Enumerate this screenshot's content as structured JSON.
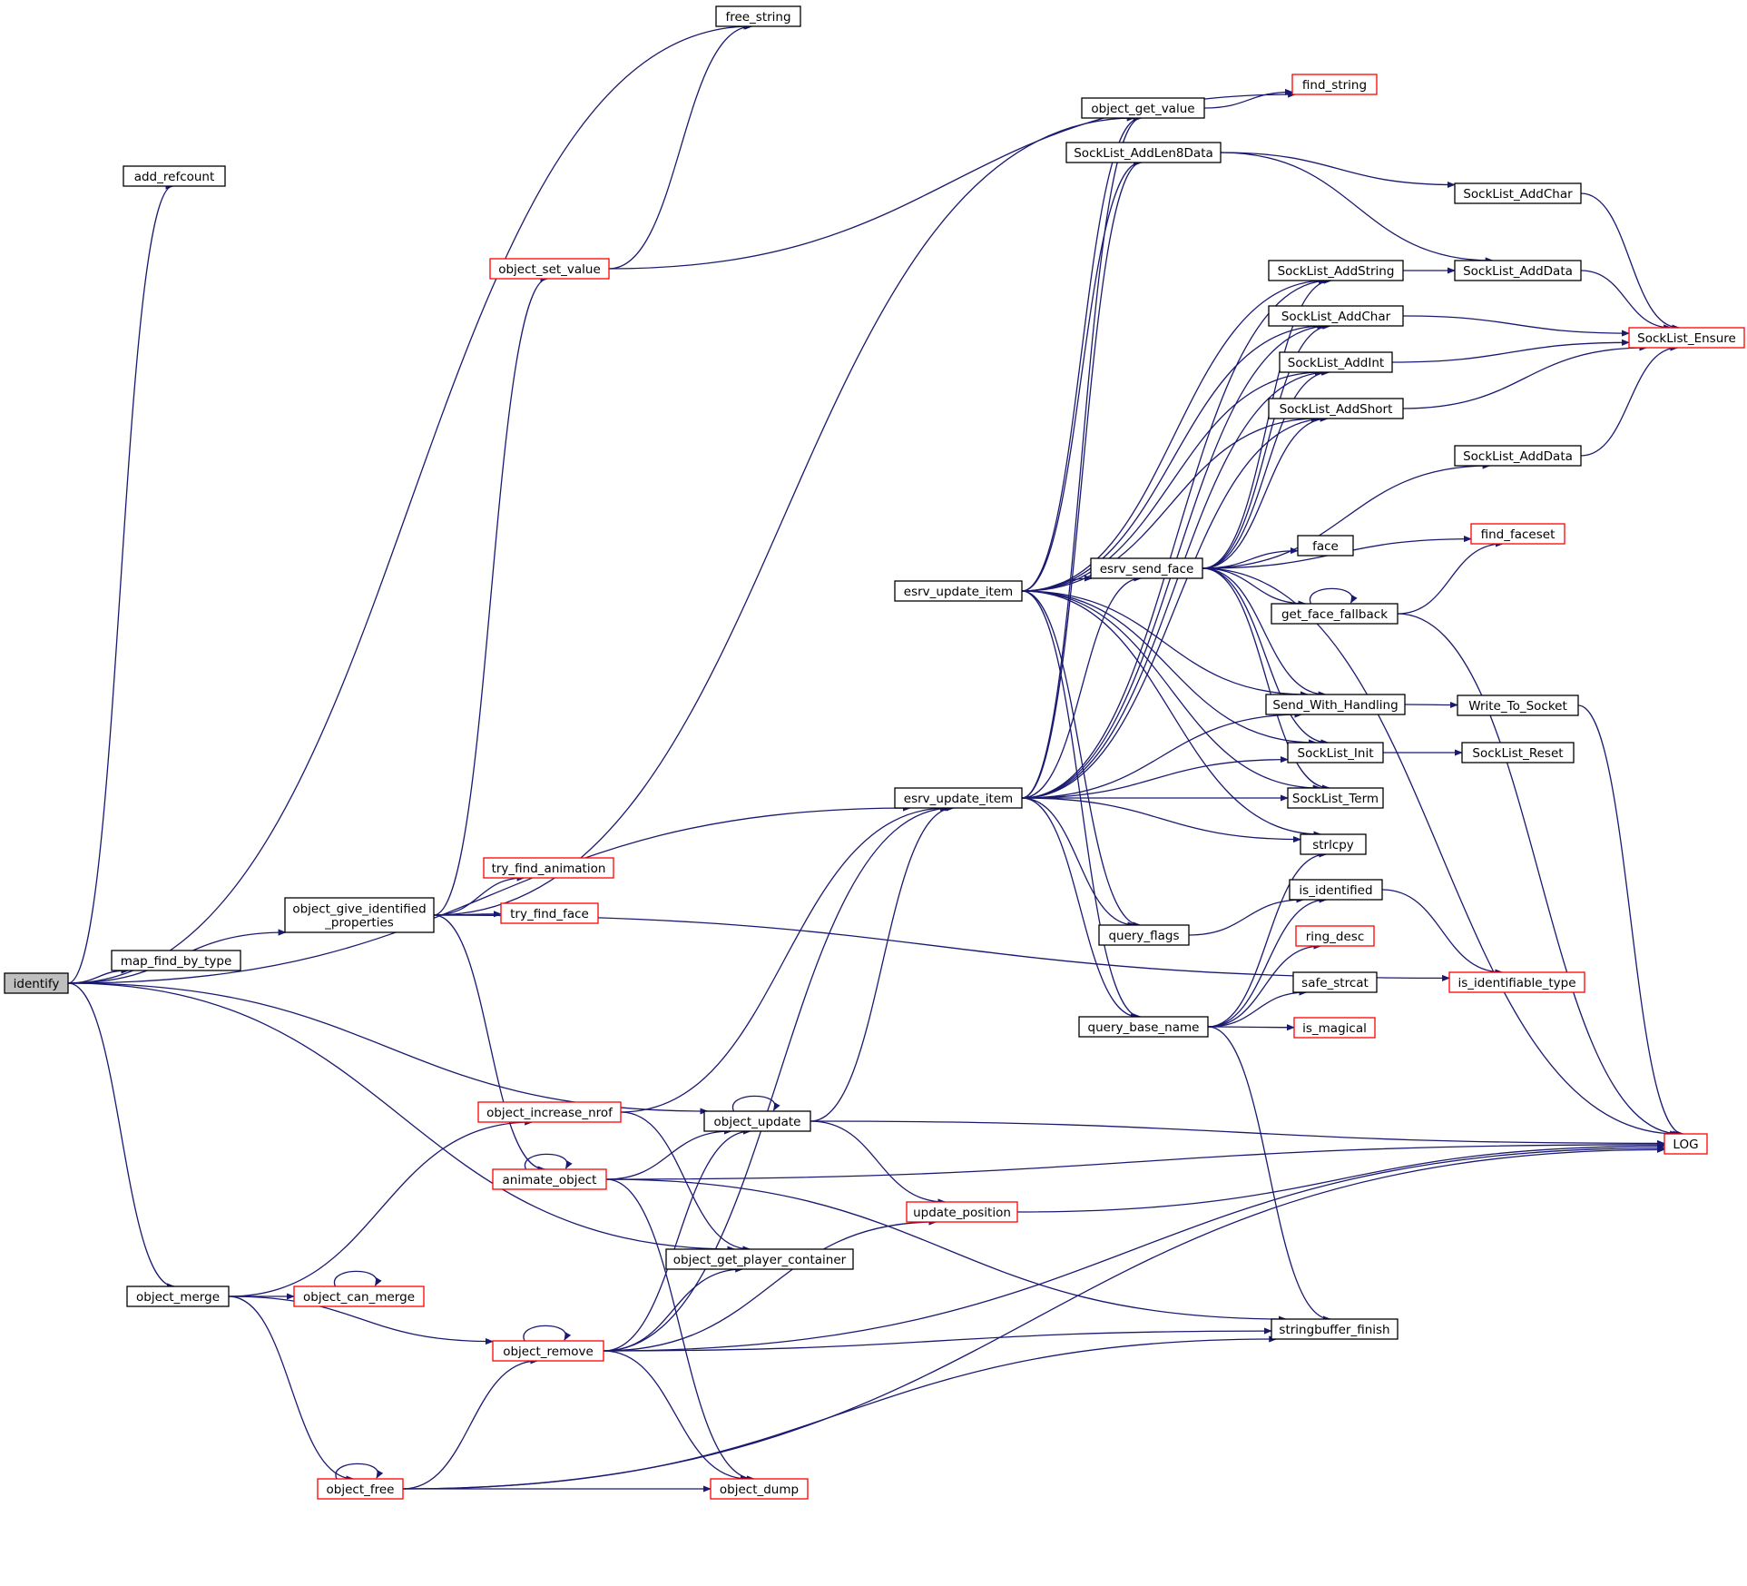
{
  "colors": {
    "edge": "#191970",
    "border_default": "#000000",
    "border_truncated": "#ff0000",
    "fill_root": "#bfbfbf",
    "fill_default": "#ffffff"
  },
  "nodes": [
    {
      "id": "identify",
      "lines": [
        "identify"
      ],
      "kind": "root"
    },
    {
      "id": "add_refcount",
      "lines": [
        "add_refcount"
      ],
      "kind": "normal"
    },
    {
      "id": "free_string",
      "lines": [
        "free_string"
      ],
      "kind": "normal"
    },
    {
      "id": "find_string",
      "lines": [
        "find_string"
      ],
      "kind": "truncated"
    },
    {
      "id": "object_get_value",
      "lines": [
        "object_get_value"
      ],
      "kind": "normal"
    },
    {
      "id": "SockList_AddLen8Data",
      "lines": [
        "SockList_AddLen8Data"
      ],
      "kind": "normal"
    },
    {
      "id": "SockList_AddChar_a",
      "lines": [
        "SockList_AddChar"
      ],
      "kind": "normal"
    },
    {
      "id": "SockList_AddString",
      "lines": [
        "SockList_AddString"
      ],
      "kind": "normal"
    },
    {
      "id": "SockList_AddData_a",
      "lines": [
        "SockList_AddData"
      ],
      "kind": "normal"
    },
    {
      "id": "SockList_AddChar_b",
      "lines": [
        "SockList_AddChar"
      ],
      "kind": "normal"
    },
    {
      "id": "SockList_Ensure",
      "lines": [
        "SockList_Ensure"
      ],
      "kind": "truncated"
    },
    {
      "id": "SockList_AddInt",
      "lines": [
        "SockList_AddInt"
      ],
      "kind": "normal"
    },
    {
      "id": "SockList_AddShort",
      "lines": [
        "SockList_AddShort"
      ],
      "kind": "normal"
    },
    {
      "id": "SockList_AddData_b",
      "lines": [
        "SockList_AddData"
      ],
      "kind": "normal"
    },
    {
      "id": "object_set_value",
      "lines": [
        "object_set_value"
      ],
      "kind": "truncated"
    },
    {
      "id": "find_faceset",
      "lines": [
        "find_faceset"
      ],
      "kind": "truncated"
    },
    {
      "id": "face",
      "lines": [
        "face"
      ],
      "kind": "normal"
    },
    {
      "id": "esrv_send_face",
      "lines": [
        "esrv_send_face"
      ],
      "kind": "normal"
    },
    {
      "id": "esrv_update_item_a",
      "lines": [
        "esrv_update_item"
      ],
      "kind": "normal"
    },
    {
      "id": "get_face_fallback",
      "lines": [
        "get_face_fallback"
      ],
      "kind": "normal"
    },
    {
      "id": "Send_With_Handling",
      "lines": [
        "Send_With_Handling"
      ],
      "kind": "normal"
    },
    {
      "id": "Write_To_Socket",
      "lines": [
        "Write_To_Socket"
      ],
      "kind": "normal"
    },
    {
      "id": "SockList_Init",
      "lines": [
        "SockList_Init"
      ],
      "kind": "normal"
    },
    {
      "id": "SockList_Reset",
      "lines": [
        "SockList_Reset"
      ],
      "kind": "normal"
    },
    {
      "id": "esrv_update_item_b",
      "lines": [
        "esrv_update_item"
      ],
      "kind": "normal"
    },
    {
      "id": "SockList_Term",
      "lines": [
        "SockList_Term"
      ],
      "kind": "normal"
    },
    {
      "id": "strlcpy",
      "lines": [
        "strlcpy"
      ],
      "kind": "normal"
    },
    {
      "id": "try_find_animation",
      "lines": [
        "try_find_animation"
      ],
      "kind": "truncated"
    },
    {
      "id": "is_identified",
      "lines": [
        "is_identified"
      ],
      "kind": "normal"
    },
    {
      "id": "object_give_identified_properties",
      "lines": [
        "object_give_identified",
        "_properties"
      ],
      "kind": "normal"
    },
    {
      "id": "try_find_face",
      "lines": [
        "try_find_face"
      ],
      "kind": "truncated"
    },
    {
      "id": "query_flags",
      "lines": [
        "query_flags"
      ],
      "kind": "normal"
    },
    {
      "id": "ring_desc",
      "lines": [
        "ring_desc"
      ],
      "kind": "truncated"
    },
    {
      "id": "map_find_by_type",
      "lines": [
        "map_find_by_type"
      ],
      "kind": "normal"
    },
    {
      "id": "safe_strcat",
      "lines": [
        "safe_strcat"
      ],
      "kind": "normal"
    },
    {
      "id": "is_identifiable_type",
      "lines": [
        "is_identifiable_type"
      ],
      "kind": "truncated"
    },
    {
      "id": "query_base_name",
      "lines": [
        "query_base_name"
      ],
      "kind": "normal"
    },
    {
      "id": "is_magical",
      "lines": [
        "is_magical"
      ],
      "kind": "truncated"
    },
    {
      "id": "object_increase_nrof",
      "lines": [
        "object_increase_nrof"
      ],
      "kind": "truncated"
    },
    {
      "id": "object_update",
      "lines": [
        "object_update"
      ],
      "kind": "normal"
    },
    {
      "id": "LOG",
      "lines": [
        "LOG"
      ],
      "kind": "truncated"
    },
    {
      "id": "animate_object",
      "lines": [
        "animate_object"
      ],
      "kind": "truncated"
    },
    {
      "id": "update_position",
      "lines": [
        "update_position"
      ],
      "kind": "truncated"
    },
    {
      "id": "object_get_player_container",
      "lines": [
        "object_get_player_container"
      ],
      "kind": "normal"
    },
    {
      "id": "object_merge",
      "lines": [
        "object_merge"
      ],
      "kind": "normal"
    },
    {
      "id": "object_can_merge",
      "lines": [
        "object_can_merge"
      ],
      "kind": "truncated"
    },
    {
      "id": "stringbuffer_finish",
      "lines": [
        "stringbuffer_finish"
      ],
      "kind": "normal"
    },
    {
      "id": "object_remove",
      "lines": [
        "object_remove"
      ],
      "kind": "truncated"
    },
    {
      "id": "object_free",
      "lines": [
        "object_free"
      ],
      "kind": "truncated"
    },
    {
      "id": "object_dump",
      "lines": [
        "object_dump"
      ],
      "kind": "truncated"
    }
  ],
  "edges": [
    [
      "identify",
      "add_refcount"
    ],
    [
      "identify",
      "free_string"
    ],
    [
      "identify",
      "object_give_identified_properties"
    ],
    [
      "identify",
      "map_find_by_type"
    ],
    [
      "identify",
      "esrv_update_item_b"
    ],
    [
      "identify",
      "object_update"
    ],
    [
      "identify",
      "object_get_player_container"
    ],
    [
      "identify",
      "object_merge"
    ],
    [
      "object_give_identified_properties",
      "object_set_value"
    ],
    [
      "object_give_identified_properties",
      "object_get_value"
    ],
    [
      "object_give_identified_properties",
      "try_find_animation"
    ],
    [
      "object_give_identified_properties",
      "try_find_face"
    ],
    [
      "object_give_identified_properties",
      "is_identifiable_type"
    ],
    [
      "object_give_identified_properties",
      "animate_object"
    ],
    [
      "object_set_value",
      "free_string"
    ],
    [
      "object_set_value",
      "find_string"
    ],
    [
      "object_get_value",
      "find_string"
    ],
    [
      "esrv_update_item_a",
      "object_get_value"
    ],
    [
      "esrv_update_item_a",
      "SockList_AddLen8Data"
    ],
    [
      "esrv_update_item_a",
      "SockList_AddString"
    ],
    [
      "esrv_update_item_a",
      "SockList_AddChar_b"
    ],
    [
      "esrv_update_item_a",
      "SockList_AddInt"
    ],
    [
      "esrv_update_item_a",
      "SockList_AddShort"
    ],
    [
      "esrv_update_item_a",
      "esrv_send_face"
    ],
    [
      "esrv_update_item_a",
      "Send_With_Handling"
    ],
    [
      "esrv_update_item_a",
      "SockList_Init"
    ],
    [
      "esrv_update_item_a",
      "SockList_Term"
    ],
    [
      "esrv_update_item_a",
      "strlcpy"
    ],
    [
      "esrv_update_item_a",
      "query_flags"
    ],
    [
      "esrv_update_item_a",
      "query_base_name"
    ],
    [
      "esrv_update_item_b",
      "object_get_value"
    ],
    [
      "esrv_update_item_b",
      "SockList_AddLen8Data"
    ],
    [
      "esrv_update_item_b",
      "SockList_AddString"
    ],
    [
      "esrv_update_item_b",
      "SockList_AddChar_b"
    ],
    [
      "esrv_update_item_b",
      "SockList_AddInt"
    ],
    [
      "esrv_update_item_b",
      "SockList_AddShort"
    ],
    [
      "esrv_update_item_b",
      "esrv_send_face"
    ],
    [
      "esrv_update_item_b",
      "Send_With_Handling"
    ],
    [
      "esrv_update_item_b",
      "SockList_Init"
    ],
    [
      "esrv_update_item_b",
      "SockList_Term"
    ],
    [
      "esrv_update_item_b",
      "strlcpy"
    ],
    [
      "esrv_update_item_b",
      "query_flags"
    ],
    [
      "esrv_update_item_b",
      "query_base_name"
    ],
    [
      "SockList_AddLen8Data",
      "SockList_AddChar_a"
    ],
    [
      "SockList_AddLen8Data",
      "SockList_AddData_a"
    ],
    [
      "SockList_AddString",
      "SockList_AddData_a"
    ],
    [
      "SockList_AddChar_a",
      "SockList_Ensure"
    ],
    [
      "SockList_AddData_a",
      "SockList_Ensure"
    ],
    [
      "SockList_AddChar_b",
      "SockList_Ensure"
    ],
    [
      "SockList_AddInt",
      "SockList_Ensure"
    ],
    [
      "SockList_AddShort",
      "SockList_Ensure"
    ],
    [
      "SockList_AddData_b",
      "SockList_Ensure"
    ],
    [
      "esrv_send_face",
      "SockList_AddString"
    ],
    [
      "esrv_send_face",
      "SockList_AddChar_b"
    ],
    [
      "esrv_send_face",
      "SockList_AddInt"
    ],
    [
      "esrv_send_face",
      "SockList_AddShort"
    ],
    [
      "esrv_send_face",
      "SockList_AddData_b"
    ],
    [
      "esrv_send_face",
      "find_faceset"
    ],
    [
      "esrv_send_face",
      "face"
    ],
    [
      "esrv_send_face",
      "get_face_fallback"
    ],
    [
      "esrv_send_face",
      "Send_With_Handling"
    ],
    [
      "esrv_send_face",
      "SockList_Init"
    ],
    [
      "esrv_send_face",
      "SockList_Term"
    ],
    [
      "esrv_send_face",
      "LOG"
    ],
    [
      "get_face_fallback",
      "get_face_fallback"
    ],
    [
      "get_face_fallback",
      "find_faceset"
    ],
    [
      "get_face_fallback",
      "LOG"
    ],
    [
      "Send_With_Handling",
      "Write_To_Socket"
    ],
    [
      "Write_To_Socket",
      "LOG"
    ],
    [
      "SockList_Init",
      "SockList_Reset"
    ],
    [
      "query_flags",
      "is_identified"
    ],
    [
      "query_base_name",
      "strlcpy"
    ],
    [
      "query_base_name",
      "is_identified"
    ],
    [
      "query_base_name",
      "ring_desc"
    ],
    [
      "query_base_name",
      "safe_strcat"
    ],
    [
      "query_base_name",
      "is_magical"
    ],
    [
      "query_base_name",
      "stringbuffer_finish"
    ],
    [
      "is_identified",
      "is_identifiable_type"
    ],
    [
      "object_update",
      "object_update"
    ],
    [
      "object_update",
      "esrv_update_item_b"
    ],
    [
      "object_update",
      "LOG"
    ],
    [
      "object_update",
      "update_position"
    ],
    [
      "update_position",
      "LOG"
    ],
    [
      "object_increase_nrof",
      "esrv_update_item_b"
    ],
    [
      "object_increase_nrof",
      "object_get_player_container"
    ],
    [
      "animate_object",
      "animate_object"
    ],
    [
      "animate_object",
      "object_update"
    ],
    [
      "animate_object",
      "LOG"
    ],
    [
      "animate_object",
      "stringbuffer_finish"
    ],
    [
      "animate_object",
      "object_dump"
    ],
    [
      "object_merge",
      "object_increase_nrof"
    ],
    [
      "object_merge",
      "object_can_merge"
    ],
    [
      "object_merge",
      "object_remove"
    ],
    [
      "object_merge",
      "object_free"
    ],
    [
      "object_can_merge",
      "object_can_merge"
    ],
    [
      "object_remove",
      "object_remove"
    ],
    [
      "object_remove",
      "object_update"
    ],
    [
      "object_remove",
      "object_get_player_container"
    ],
    [
      "object_remove",
      "update_position"
    ],
    [
      "object_remove",
      "esrv_update_item_b"
    ],
    [
      "object_remove",
      "stringbuffer_finish"
    ],
    [
      "object_remove",
      "object_dump"
    ],
    [
      "object_remove",
      "LOG"
    ],
    [
      "object_free",
      "object_free"
    ],
    [
      "object_free",
      "object_remove"
    ],
    [
      "object_free",
      "object_dump"
    ],
    [
      "object_free",
      "stringbuffer_finish"
    ],
    [
      "object_free",
      "LOG"
    ]
  ]
}
